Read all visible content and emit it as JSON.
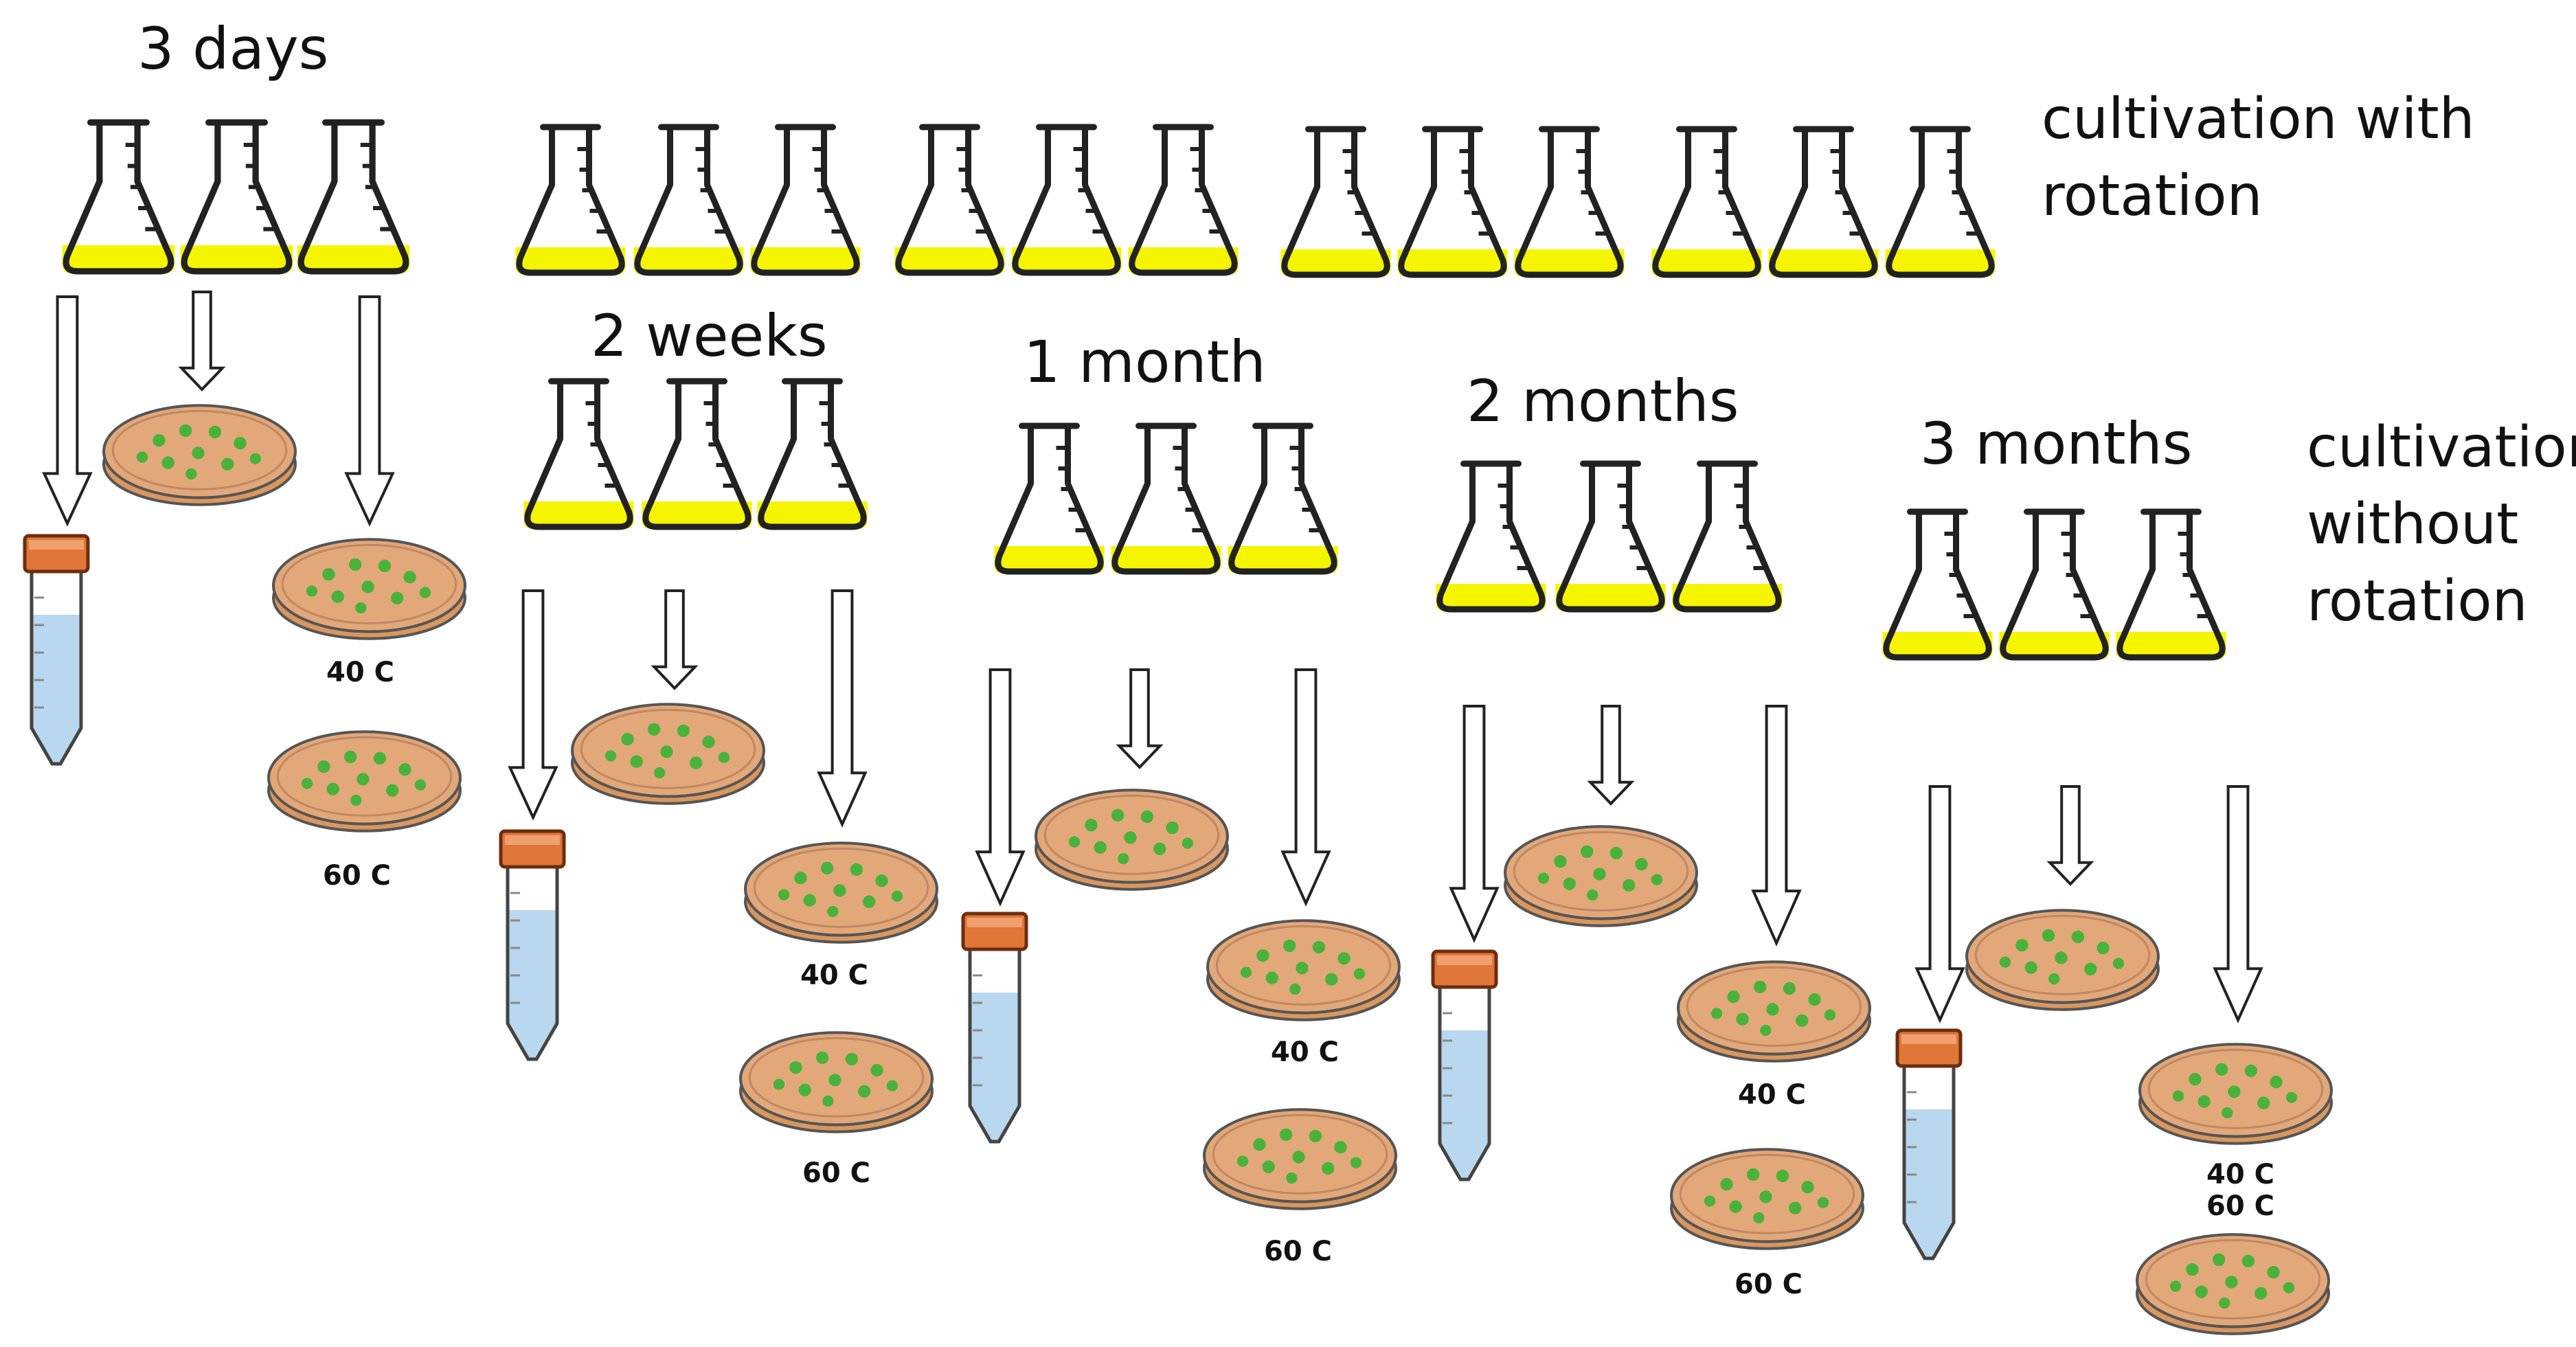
{
  "labels": {
    "rotation_line1": "cultivation with",
    "rotation_line2": "rotation",
    "static_line1": "cultivation",
    "static_line2": "without",
    "static_line3": "rotation",
    "temp_40": "40 C",
    "temp_60": "60 C"
  },
  "timepoints": [
    {
      "label": "3 days"
    },
    {
      "label": "2 weeks"
    },
    {
      "label": "1 month"
    },
    {
      "label": "2 months"
    },
    {
      "label": "3 months"
    }
  ],
  "colors": {
    "medium": "#f5f500",
    "agar": "#e2a87a",
    "colony": "#49b23b",
    "tube_liquid": "#b9d7ee",
    "tube_cap": "#e07638",
    "outline": "#222222"
  },
  "icons": [
    "flask-icon",
    "petri-dish-icon",
    "falcon-tube-icon",
    "down-arrow-icon"
  ]
}
